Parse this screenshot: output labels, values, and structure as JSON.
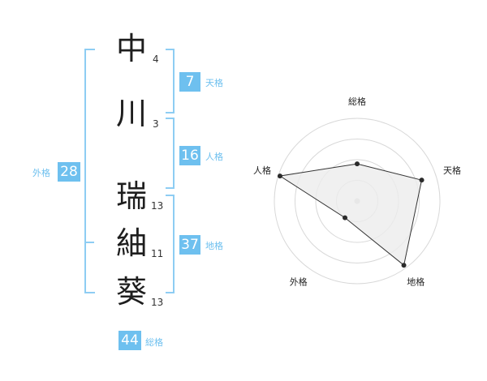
{
  "name_chars": [
    {
      "char": "中",
      "strokes": "4"
    },
    {
      "char": "川",
      "strokes": "3"
    },
    {
      "char": "瑞",
      "strokes": "13"
    },
    {
      "char": "紬",
      "strokes": "11"
    },
    {
      "char": "葵",
      "strokes": "13"
    }
  ],
  "fortunes": {
    "tenkaku": {
      "value": "7",
      "label": "天格"
    },
    "jinkaku": {
      "value": "16",
      "label": "人格"
    },
    "chikaku": {
      "value": "37",
      "label": "地格"
    },
    "gaikaku": {
      "value": "28",
      "label": "外格"
    },
    "soukaku": {
      "value": "44",
      "label": "総格"
    }
  },
  "chart_data": {
    "type": "radar",
    "axes": [
      "総格",
      "天格",
      "地格",
      "外格",
      "人格"
    ],
    "values": [
      0.45,
      0.82,
      0.96,
      0.25,
      0.98
    ],
    "rings": 4,
    "colors": {
      "fill": "#ececec",
      "line": "#333333",
      "ring": "#d8d8d8",
      "dot": "#2b2b2b",
      "center": "#cfcfcf"
    }
  },
  "colors": {
    "accent": "#6ec0ef",
    "bracket": "#8ecdf3"
  }
}
